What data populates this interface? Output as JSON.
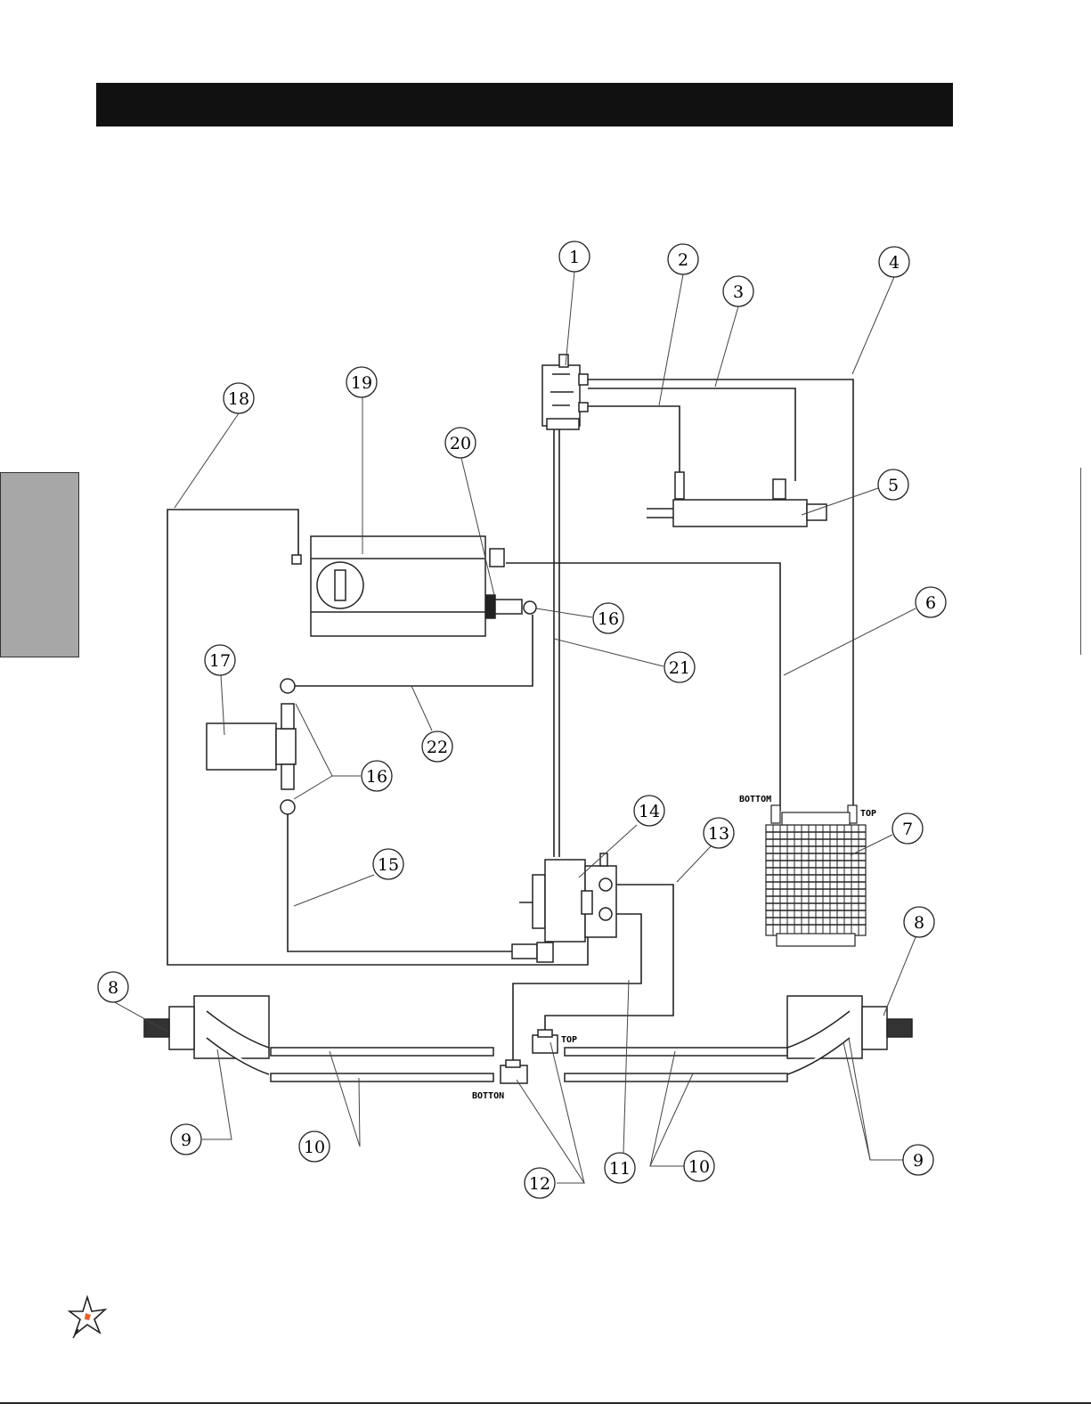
{
  "callouts": [
    {
      "id": "c1",
      "text": "1"
    },
    {
      "id": "c2",
      "text": "2"
    },
    {
      "id": "c3",
      "text": "3"
    },
    {
      "id": "c4",
      "text": "4"
    },
    {
      "id": "c5",
      "text": "5"
    },
    {
      "id": "c6",
      "text": "6"
    },
    {
      "id": "c7",
      "text": "7"
    },
    {
      "id": "c8a",
      "text": "8"
    },
    {
      "id": "c8b",
      "text": "8"
    },
    {
      "id": "c9a",
      "text": "9"
    },
    {
      "id": "c9b",
      "text": "9"
    },
    {
      "id": "c10a",
      "text": "10"
    },
    {
      "id": "c10b",
      "text": "10"
    },
    {
      "id": "c11",
      "text": "11"
    },
    {
      "id": "c12",
      "text": "12"
    },
    {
      "id": "c13",
      "text": "13"
    },
    {
      "id": "c14",
      "text": "14"
    },
    {
      "id": "c15",
      "text": "15"
    },
    {
      "id": "c16a",
      "text": "16"
    },
    {
      "id": "c16b",
      "text": "16"
    },
    {
      "id": "c17",
      "text": "17"
    },
    {
      "id": "c18",
      "text": "18"
    },
    {
      "id": "c19",
      "text": "19"
    },
    {
      "id": "c20",
      "text": "20"
    },
    {
      "id": "c21",
      "text": "21"
    },
    {
      "id": "c22",
      "text": "22"
    }
  ],
  "port_labels": {
    "heater_bottom": "BOTTOM",
    "heater_top": "TOP",
    "tee_top": "TOP",
    "tee_bottom": "BOTTON"
  },
  "colors": {
    "header": "#111111",
    "side_tab": "#a7a7a7",
    "ink": "#222222",
    "logo_accent": "#e0622a"
  },
  "icons": {
    "logo": "starburst-logo-icon"
  }
}
